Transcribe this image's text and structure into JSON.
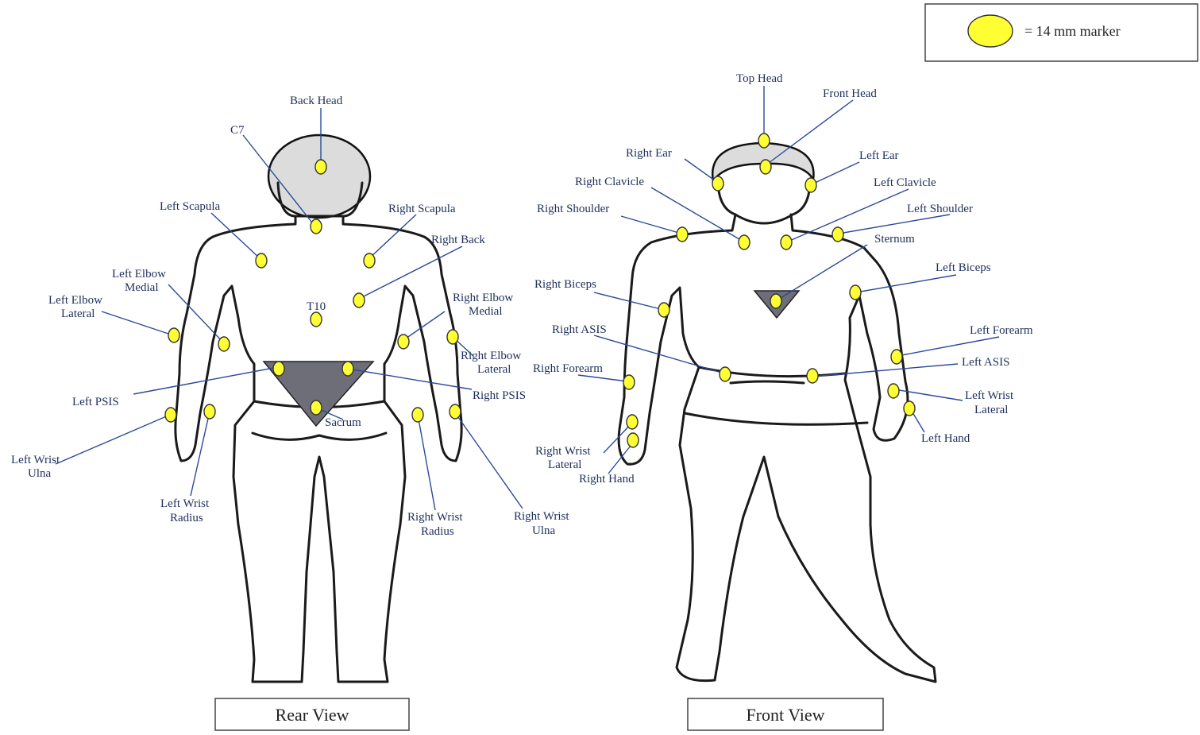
{
  "legend": {
    "label": "= 14 mm marker",
    "marker_color": "#ffff33"
  },
  "rear_view": {
    "caption": "Rear View",
    "labels": {
      "back_head": "Back Head",
      "c7": "C7",
      "left_scapula": "Left Scapula",
      "right_scapula": "Right Scapula",
      "right_back": "Right Back",
      "left_elbow_medial_1": "Left Elbow",
      "left_elbow_medial_2": "Medial",
      "left_elbow_lateral_1": "Left Elbow",
      "left_elbow_lateral_2": "Lateral",
      "t10": "T10",
      "right_elbow_medial_1": "Right Elbow",
      "right_elbow_medial_2": "Medial",
      "right_elbow_lateral_1": "Right Elbow",
      "right_elbow_lateral_2": "Lateral",
      "left_psis": "Left PSIS",
      "right_psis": "Right PSIS",
      "sacrum": "Sacrum",
      "left_wrist_ulna_1": "Left Wrist",
      "left_wrist_ulna_2": "Ulna",
      "left_wrist_radius_1": "Left Wrist",
      "left_wrist_radius_2": "Radius",
      "right_wrist_radius_1": "Right Wrist",
      "right_wrist_radius_2": "Radius",
      "right_wrist_ulna_1": "Right Wrist",
      "right_wrist_ulna_2": "Ulna"
    }
  },
  "front_view": {
    "caption": "Front View",
    "labels": {
      "top_head": "Top Head",
      "front_head": "Front Head",
      "right_ear": "Right Ear",
      "left_ear": "Left Ear",
      "right_clavicle": "Right Clavicle",
      "left_clavicle": "Left Clavicle",
      "right_shoulder": "Right Shoulder",
      "left_shoulder": "Left Shoulder",
      "sternum": "Sternum",
      "right_biceps": "Right Biceps",
      "left_biceps": "Left Biceps",
      "right_asis": "Right ASIS",
      "left_forearm": "Left Forearm",
      "right_forearm": "Right Forearm",
      "left_asis": "Left ASIS",
      "left_wrist_lateral_1": "Left Wrist",
      "left_wrist_lateral_2": "Lateral",
      "left_hand": "Left Hand",
      "right_wrist_lateral_1": "Right Wrist",
      "right_wrist_lateral_2": "Lateral",
      "right_hand": "Right Hand"
    }
  }
}
